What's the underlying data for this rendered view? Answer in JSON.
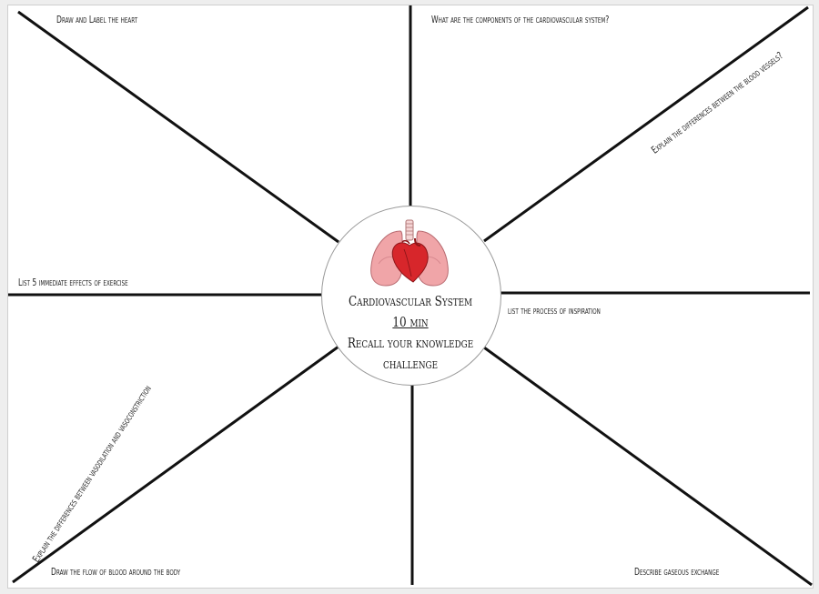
{
  "prompts": {
    "draw_heart": "Draw and Label the heart",
    "components": "What are the components of the cardiovascular system?",
    "blood_vessels": "Explain  the differences between the blood vessels?",
    "immediate_effects": "List 5 immediate effects of exercise",
    "inspiration": "list the process of inspiration",
    "vasodilation": "Explain the differences between vasodilation and vasoconstriction",
    "blood_flow": "Draw the flow of blood around the body",
    "gaseous_exchange": "Describe gaseous exchange"
  },
  "center": {
    "title": "Cardiovascular System",
    "duration": "10 min",
    "line3": "Recall your knowledge",
    "line4": "challenge"
  },
  "colors": {
    "divider": "#111111",
    "lung": "#f0a5a8",
    "heart": "#d7262b"
  },
  "icons": {
    "center_image": "heart-lungs-icon"
  }
}
